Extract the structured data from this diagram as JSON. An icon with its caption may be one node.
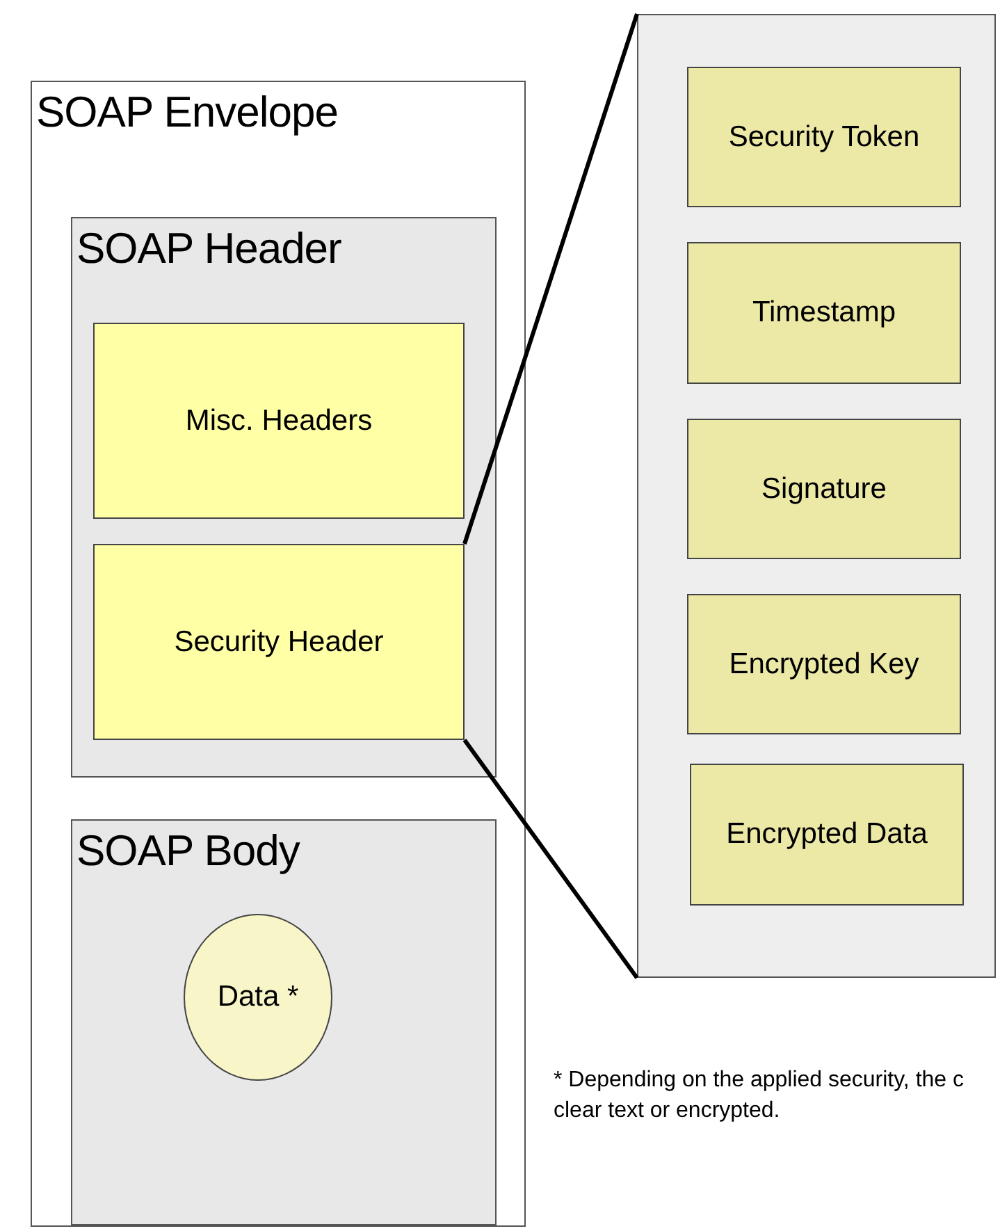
{
  "diagram": {
    "nodes": [
      {
        "text": [
          "SOAP Envelope"
        ]
      },
      {
        "text": [
          "SOAP Header"
        ],
        "in": 0
      },
      {
        "text": [
          "Misc. Headers"
        ],
        "in": 1
      },
      {
        "text": [
          "Security Header"
        ],
        "in": 1
      },
      {
        "text": [
          "SOAP Body"
        ],
        "in": 0
      },
      {
        "text": [
          "Data *"
        ],
        "in": 4
      },
      {
        "text": [],
        "shape": "box"
      },
      {
        "text": [
          "Security Token"
        ],
        "in": 6
      },
      {
        "text": [
          "Timestamp"
        ],
        "in": 6
      },
      {
        "text": [
          "Signature"
        ],
        "in": 6
      },
      {
        "text": [
          "Encrypted Key"
        ],
        "in": 6
      },
      {
        "text": [
          "Encrypted Data"
        ],
        "in": 6
      }
    ],
    "edges": [
      {
        "from": 3,
        "to": 6,
        "arrow": "none"
      },
      {
        "from": 3,
        "to": 6,
        "arrow": "none"
      }
    ],
    "labels": [
      "* Depending on the applied security, the c",
      "clear text or encrypted."
    ]
  }
}
